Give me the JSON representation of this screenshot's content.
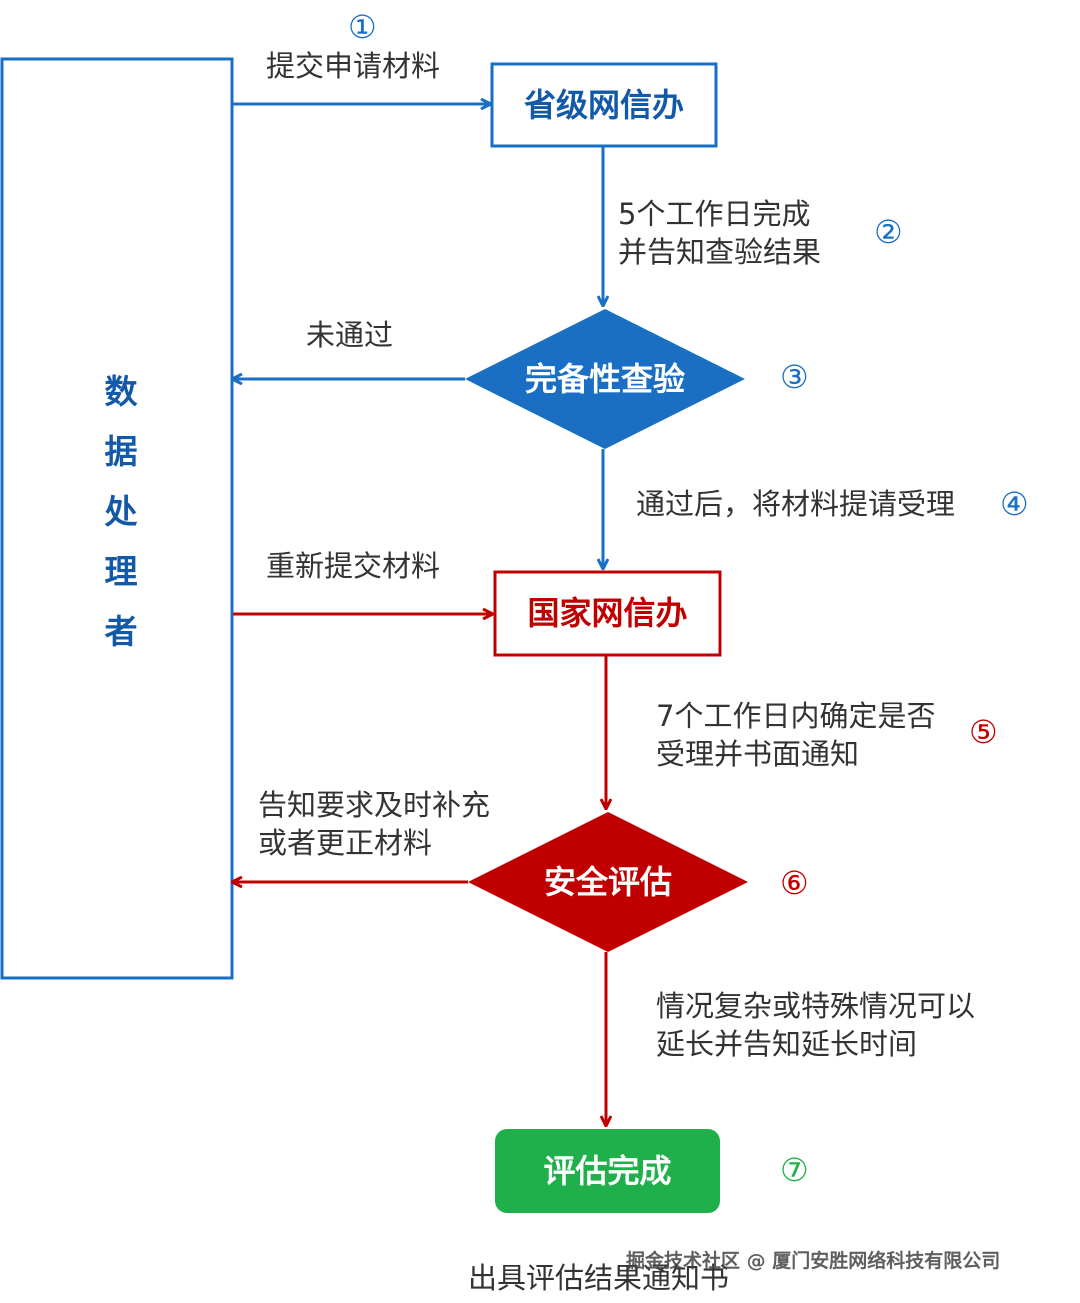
{
  "colors": {
    "blue": "#1a6fc4",
    "dark_blue": "#1259a8",
    "red": "#c00000",
    "green": "#20b04b",
    "text": "#333333"
  },
  "left_box": {
    "label": [
      "数",
      "据",
      "处",
      "理",
      "者"
    ]
  },
  "nodes": {
    "provincial": "省级网信办",
    "check": "完备性查验",
    "national": "国家网信办",
    "assessment": "安全评估",
    "complete": "评估完成"
  },
  "steps": {
    "s1": "①",
    "s2": "②",
    "s3": "③",
    "s4": "④",
    "s5": "⑤",
    "s6": "⑥",
    "s7": "⑦"
  },
  "labels": {
    "submit": "提交申请材料",
    "five_days": [
      "5个工作日完成",
      "并告知查验结果"
    ],
    "not_passed": "未通过",
    "after_pass": "通过后，将材料提请受理",
    "resubmit": "重新提交材料",
    "seven_days": [
      "7个工作日内确定是否",
      "受理并书面通知"
    ],
    "notify_supplement": [
      "告知要求及时补充",
      "或者更正材料"
    ],
    "extend": [
      "情况复杂或特殊情况可以",
      "延长并告知延长时间"
    ],
    "result": "出具评估结果通知书"
  },
  "watermark": "掘金技术社区 @ 厦门安胜网络科技有限公司"
}
